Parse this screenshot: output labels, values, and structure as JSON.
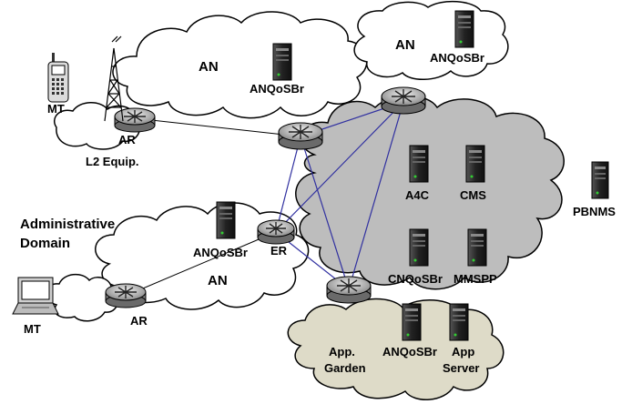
{
  "labels": {
    "an_top": "AN",
    "anqosbr_top": "ANQoSBr",
    "mt_top": "MT",
    "ar_top": "AR",
    "l2_equip": "L2 Equip.",
    "an_topright": "AN",
    "anqosbr_topright": "ANQoSBr",
    "a4c": "A4C",
    "cms": "CMS",
    "pbnms": "PBNMS",
    "admin_domain_1": "Administrative",
    "admin_domain_2": "Domain",
    "anqosbr_mid": "ANQoSBr",
    "er": "ER",
    "an_mid": "AN",
    "cnqosbr": "CNQoSBr",
    "mmspp": "MMSPP",
    "mt_bottom": "MT",
    "ar_bottom": "AR",
    "app_garden_1": "App.",
    "app_garden_2": "Garden",
    "anqosbr_garden": "ANQoSBr",
    "app_server_1": "App",
    "app_server_2": "Server"
  },
  "colors": {
    "core_cloud": "#bdbdbd",
    "garden_cloud": "#dedbc8",
    "link": "#3030a0"
  }
}
